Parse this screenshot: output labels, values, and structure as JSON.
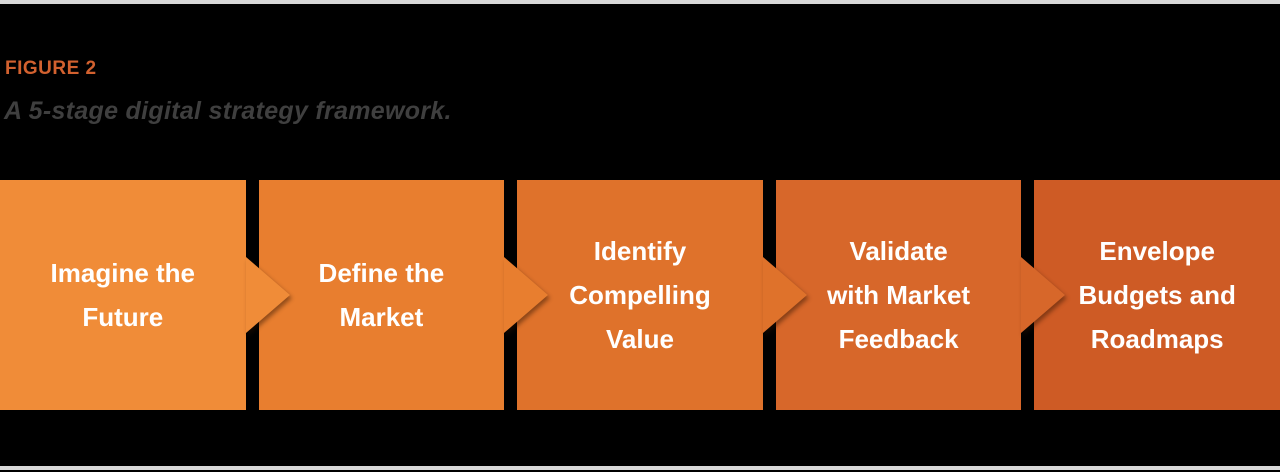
{
  "page": {
    "background_color": "#000000",
    "edge_strip_color": "#D9D9D9"
  },
  "figure": {
    "label": "FIGURE 2",
    "label_color": "#D2612F",
    "caption": "A 5-stage digital strategy framework.",
    "caption_color": "#3F3F3F"
  },
  "stages": {
    "text_color": "#FFFFFF",
    "items": [
      {
        "lines": [
          "Imagine the",
          "Future"
        ],
        "color": "#F08C38"
      },
      {
        "lines": [
          "Define the",
          "Market"
        ],
        "color": "#E87E2F"
      },
      {
        "lines": [
          "Identify",
          "Compelling",
          "Value"
        ],
        "color": "#DF722B"
      },
      {
        "lines": [
          "Validate",
          "with Market",
          "Feedback"
        ],
        "color": "#D7672A"
      },
      {
        "lines": [
          "Envelope",
          "Budgets and",
          "Roadmaps"
        ],
        "color": "#CE5B25"
      }
    ]
  }
}
